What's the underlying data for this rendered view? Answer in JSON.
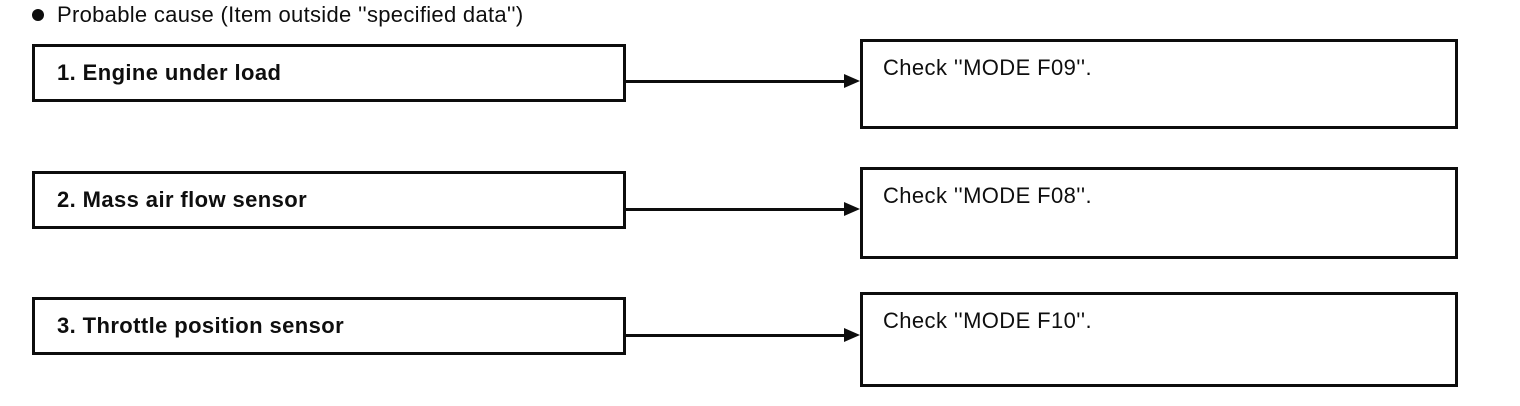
{
  "page": {
    "heading": "Probable cause (Item outside ''specified data'')"
  },
  "rows": [
    {
      "cause": "1. Engine under load",
      "check": "Check ''MODE F09''."
    },
    {
      "cause": "2. Mass air flow sensor",
      "check": "Check ''MODE F08''."
    },
    {
      "cause": "3. Throttle position sensor",
      "check": "Check ''MODE F10''."
    }
  ],
  "icons": {
    "bullet": "filled-circle",
    "arrow": "right-arrow"
  },
  "colors": {
    "ink": "#0d0d0d",
    "paper": "#ffffff"
  }
}
